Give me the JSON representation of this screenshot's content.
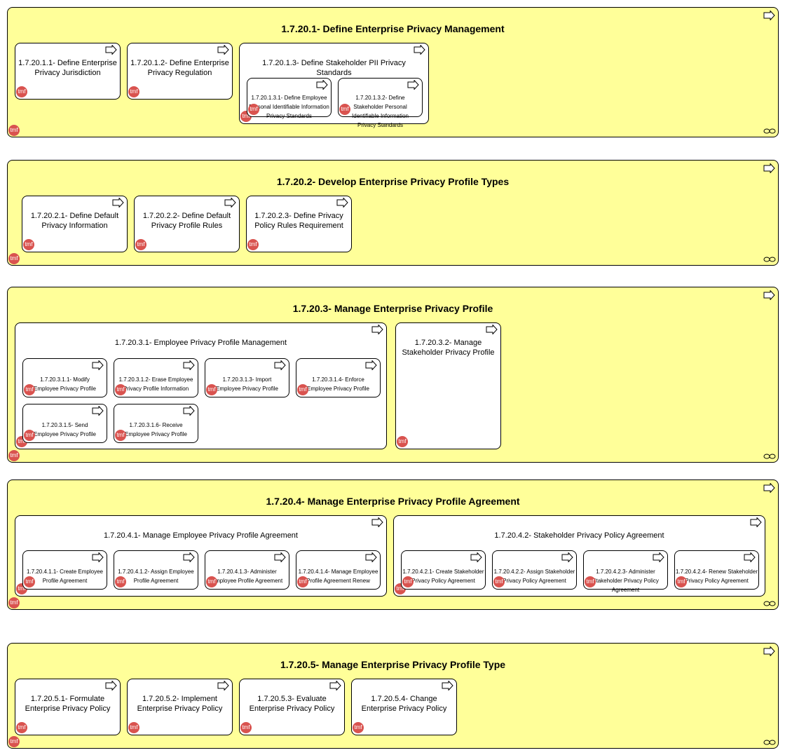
{
  "badge_text": "tmf",
  "colors": {
    "group_fill": "#ffff99",
    "card_fill": "#ffffff",
    "badge": "#d9534f"
  },
  "icons": [
    "process-arrow-icon",
    "chain-link-icon",
    "tmf-badge-icon"
  ],
  "groups": [
    {
      "label": "1.7.20.1- Define Enterprise Privacy Management",
      "children": [
        {
          "label": "1.7.20.1.1- Define Enterprise Privacy Jurisdiction"
        },
        {
          "label": "1.7.20.1.2- Define Enterprise Privacy Regulation"
        },
        {
          "label": "1.7.20.1.3- Define Stakeholder PII Privacy Standards",
          "children": [
            {
              "label": "1.7.20.1.3.1- Define Employee Personal Identifiable Information Privacy Standards"
            },
            {
              "label": "1.7.20.1.3.2- Define Stakeholder Personal Identifiable Information Privacy Standards"
            }
          ]
        }
      ]
    },
    {
      "label": "1.7.20.2- Develop Enterprise Privacy Profile Types",
      "children": [
        {
          "label": "1.7.20.2.1- Define Default Privacy Information"
        },
        {
          "label": "1.7.20.2.2- Define Default Privacy Profile Rules"
        },
        {
          "label": "1.7.20.2.3- Define Privacy Policy Rules Requirement"
        }
      ]
    },
    {
      "label": "1.7.20.3- Manage Enterprise Privacy Profile",
      "children": [
        {
          "label": "1.7.20.3.1- Employee Privacy Profile Management",
          "children": [
            {
              "label": "1.7.20.3.1.1- Modify Employee Privacy Profile"
            },
            {
              "label": "1.7.20.3.1.2- Erase Employee Privacy Profile Information"
            },
            {
              "label": "1.7.20.3.1.3- Import Employee Privacy Profile"
            },
            {
              "label": "1.7.20.3.1.4- Enforce Employee Privacy Profile"
            },
            {
              "label": "1.7.20.3.1.5- Send Employee Privacy Profile"
            },
            {
              "label": "1.7.20.3.1.6- Receive Employee Privacy Profile"
            }
          ]
        },
        {
          "label": "1.7.20.3.2- Manage Stakeholder Privacy Profile"
        }
      ]
    },
    {
      "label": "1.7.20.4- Manage Enterprise Privacy Profile Agreement",
      "children": [
        {
          "label": "1.7.20.4.1- Manage Employee Privacy Profile Agreement",
          "children": [
            {
              "label": "1.7.20.4.1.1- Create Employee Profile Agreement"
            },
            {
              "label": "1.7.20.4.1.2- Assign Employee Profile Agreement"
            },
            {
              "label": "1.7.20.4.1.3- Administer Employee Profile Agreement"
            },
            {
              "label": "1.7.20.4.1.4- Manage Employee Profile Agreement Renew"
            }
          ]
        },
        {
          "label": "1.7.20.4.2- Stakeholder Privacy Policy Agreement",
          "children": [
            {
              "label": "1.7.20.4.2.1- Create Stakeholder Privacy Policy Agreement"
            },
            {
              "label": "1.7.20.4.2.2- Assign Stakeholder Privacy Policy Agreement"
            },
            {
              "label": "1.7.20.4.2.3- Administer Stakeholder Privacy Policy Agreement"
            },
            {
              "label": "1.7.20.4.2.4- Renew Stakeholder Privacy Policy Agreement"
            }
          ]
        }
      ]
    },
    {
      "label": "1.7.20.5- Manage Enterprise Privacy Profile Type",
      "children": [
        {
          "label": "1.7.20.5.1- Formulate Enterprise Privacy Policy"
        },
        {
          "label": "1.7.20.5.2- Implement Enterprise Privacy Policy"
        },
        {
          "label": "1.7.20.5.3- Evaluate Enterprise Privacy Policy"
        },
        {
          "label": "1.7.20.5.4- Change Enterprise Privacy Policy"
        }
      ]
    }
  ]
}
